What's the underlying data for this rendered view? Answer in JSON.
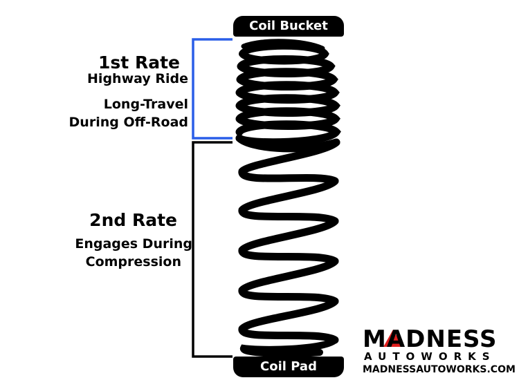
{
  "labels": {
    "coil_bucket": "Coil Bucket",
    "coil_pad": "Coil Pad"
  },
  "first_rate": {
    "title": "1st Rate",
    "line1": "Highway Ride",
    "line2": "Long-Travel",
    "line3": "During Off-Road",
    "bracket_color": "#2a5ee8"
  },
  "second_rate": {
    "title": "2nd Rate",
    "line1": "Engages During",
    "line2": "Compression",
    "bracket_color": "#000000"
  },
  "brand": {
    "name": "MADNESS",
    "sub": "AUTOWORKS",
    "url": "MADNESSAUTOWORKS.COM",
    "accent": "#e0201f"
  }
}
